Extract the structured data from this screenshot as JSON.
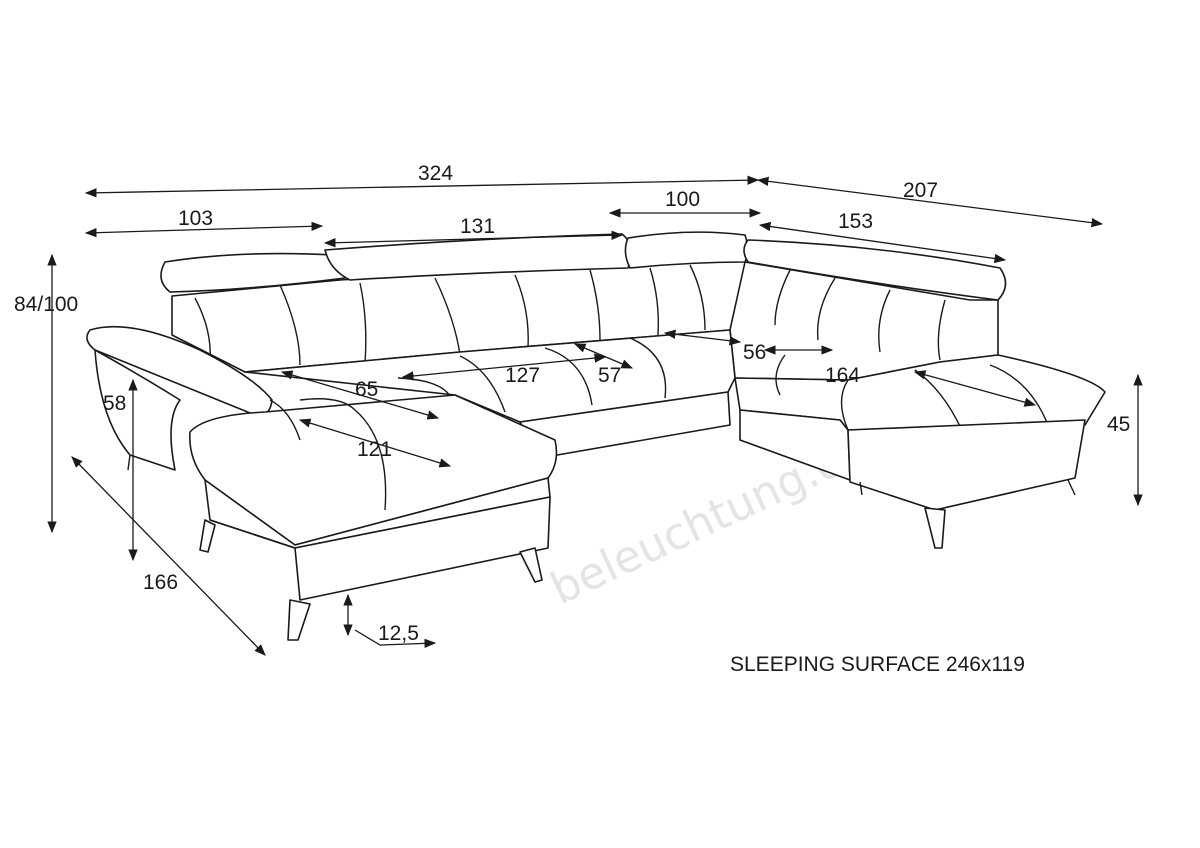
{
  "title": "Sofa dimensions drawing",
  "watermark": "beleuchtung.de",
  "dimensions": {
    "total_width": "324",
    "right_depth": "207",
    "left_section": "103",
    "middle_section": "131",
    "corner_section": "100",
    "right_section": "153",
    "height": "84/100",
    "arm_height": "58",
    "left_depth": "166",
    "leg_height": "12,5",
    "seat_height": "45",
    "seat_depth_left": "65",
    "chaise_left": "121",
    "seat_middle": "127",
    "seat_depth_middle": "57",
    "seat_depth_corner": "56",
    "chaise_right": "164"
  },
  "caption": "SLEEPING SURFACE 246x119"
}
